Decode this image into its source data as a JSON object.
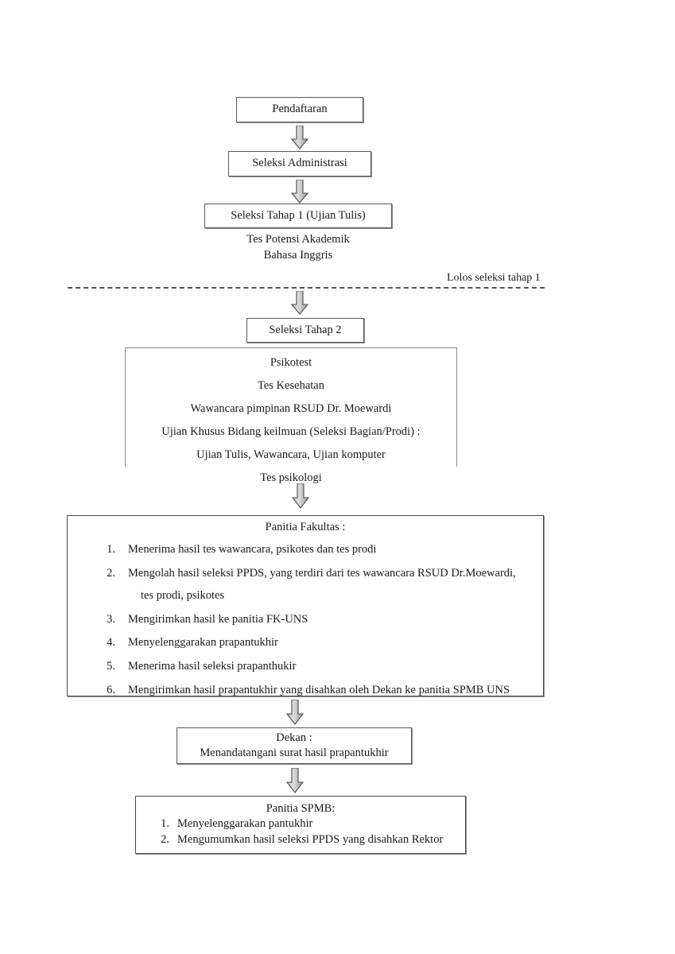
{
  "document": {
    "title": "Flowchart Seleksi PPDS"
  },
  "nodes": {
    "pendaftaran": {
      "label": "Pendaftaran"
    },
    "seleksi_administrasi": {
      "label": "Seleksi Administrasi"
    },
    "seleksi_tahap_1": {
      "label": "Seleksi Tahap 1 (Ujian Tulis)"
    },
    "tahap_1_detail": {
      "line1": "Tes Potensi Akademik",
      "line2": "Bahasa Inggris"
    },
    "separator": {
      "label": "Lolos seleksi tahap 1"
    },
    "seleksi_tahap_2": {
      "label": "Seleksi Tahap 2"
    },
    "tahap_2_detail": {
      "lines": [
        "Psikotest",
        "Tes Kesehatan",
        "Wawancara pimpinan RSUD Dr. Moewardi",
        "Ujian Khusus Bidang keilmuan (Seleksi Bagian/Prodi) :",
        "Ujian Tulis, Wawancara, Ujian komputer",
        "Tes psikologi"
      ]
    },
    "panitia_fakultas": {
      "title": "Panitia Fakultas :",
      "items": [
        {
          "num": "1.",
          "text": "Menerima hasil tes wawancara, psikotes dan tes prodi",
          "continuation": ""
        },
        {
          "num": "2.",
          "text": "Mengolah hasil seleksi PPDS, yang terdiri dari tes wawancara RSUD Dr.Moewardi,",
          "continuation": "tes prodi, psikotes"
        },
        {
          "num": "3.",
          "text": "Mengirimkan hasil ke panitia FK-UNS",
          "continuation": ""
        },
        {
          "num": "4.",
          "text": "Menyelenggarakan prapantukhir",
          "continuation": ""
        },
        {
          "num": "5.",
          "text": "Menerima hasil seleksi prapanthukir",
          "continuation": ""
        },
        {
          "num": "6.",
          "text": "Mengirimkan hasil prapantukhir yang disahkan oleh Dekan ke panitia SPMB UNS",
          "continuation": ""
        }
      ]
    },
    "dekan": {
      "line1": "Dekan :",
      "line2": "Menandatangani surat hasil prapantukhir"
    },
    "panitia_spmb": {
      "title": "Panitia SPMB:",
      "items": [
        {
          "num": "1.",
          "text": "Menyelenggarakan pantukhir"
        },
        {
          "num": "2.",
          "text": "Mengumumkan hasil seleksi PPDS yang disahkan Rektor"
        }
      ]
    }
  },
  "arrows": {
    "count": 7,
    "fill_light": "#d4d4d4",
    "fill_dark": "#9a9a9a",
    "stroke": "#4a4a4a"
  },
  "colors": {
    "box_border": "#595959",
    "text": "#1a1a1a",
    "page_background": "#ffffff",
    "separator": "#555555"
  }
}
